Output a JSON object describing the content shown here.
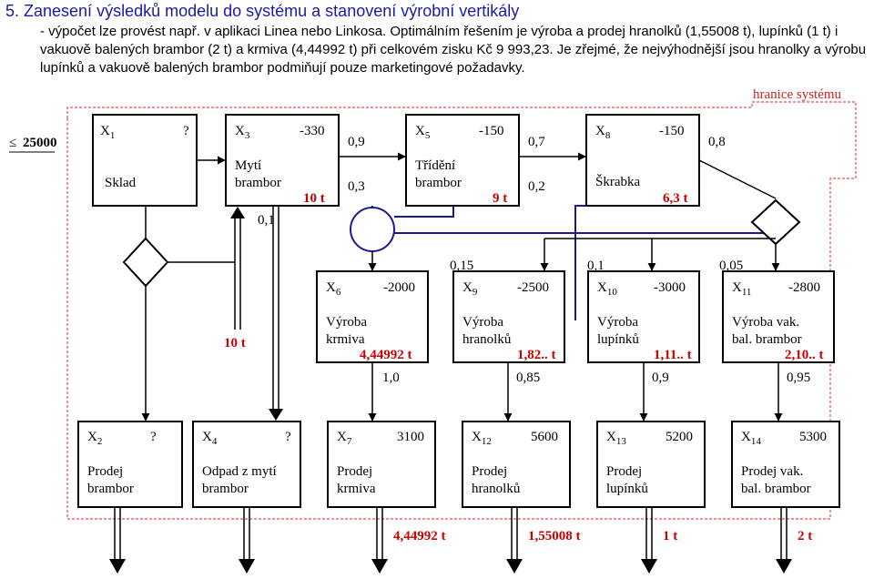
{
  "header": {
    "title": "5. Zanesení výsledků modelu do systému a stanovení výrobní vertikály",
    "line1": "- výpočet lze provést např. v aplikaci Linea nebo Linkosa. Optimálním řešením je výroba a prodej hranolků (1,55008 t), lupínků (1 t) i",
    "line2": "vakuově balených brambor (2 t) a krmiva (4,44992 t) při celkovém zisku Kč 9 993,23. Je zřejmé, že nejvýhodnější jsou hranolky a výrobu",
    "line3": "lupínků a vakuově balených brambor podmiňují pouze marketingové požadavky."
  },
  "system_boundary_label": "hranice systému",
  "constraint": {
    "symbol": "≤",
    "value": "25000"
  },
  "colors": {
    "boundary": "#e05050",
    "blue": "#1a1a8c",
    "red": "#cc0000"
  },
  "nodes": {
    "x1": {
      "var": "X",
      "sub": "1",
      "value": "?",
      "line1": "Sklad",
      "line2": "",
      "result": ""
    },
    "x3": {
      "var": "X",
      "sub": "3",
      "value": "-330",
      "line1": "Mytí",
      "line2": "brambor",
      "result": "10 t"
    },
    "x5": {
      "var": "X",
      "sub": "5",
      "value": "-150",
      "line1": "Třídění",
      "line2": "brambor",
      "result": "9 t"
    },
    "x8": {
      "var": "X",
      "sub": "8",
      "value": "-150",
      "line1": "Škrabka",
      "line2": "",
      "result": "6,3 t"
    },
    "x6": {
      "var": "X",
      "sub": "6",
      "value": "-2000",
      "line1": "Výroba",
      "line2": "krmiva",
      "result": "4,44992 t"
    },
    "x9": {
      "var": "X",
      "sub": "9",
      "value": "-2500",
      "line1": "Výroba",
      "line2": "hranolků",
      "result": "1,82.. t"
    },
    "x10": {
      "var": "X",
      "sub": "10",
      "value": "-3000",
      "line1": "Výroba",
      "line2": "lupínků",
      "result": "1,11.. t"
    },
    "x11": {
      "var": "X",
      "sub": "11",
      "value": "-2800",
      "line1": "Výroba vak.",
      "line2": "bal. brambor",
      "result": "2,10.. t"
    },
    "x2": {
      "var": "X",
      "sub": "2",
      "value": "?",
      "line1": "Prodej",
      "line2": "brambor",
      "result": ""
    },
    "x4": {
      "var": "X",
      "sub": "4",
      "value": "?",
      "line1": "Odpad z mytí",
      "line2": "brambor",
      "result": ""
    },
    "x7": {
      "var": "X",
      "sub": "7",
      "value": "3100",
      "line1": "Prodej",
      "line2": "krmiva",
      "result": ""
    },
    "x12": {
      "var": "X",
      "sub": "12",
      "value": "5600",
      "line1": "Prodej",
      "line2": "hranolků",
      "result": ""
    },
    "x13": {
      "var": "X",
      "sub": "13",
      "value": "5200",
      "line1": "Prodej",
      "line2": "lupínků",
      "result": ""
    },
    "x14": {
      "var": "X",
      "sub": "14",
      "value": "5300",
      "line1": "Prodej vak.",
      "line2": "bal. brambor",
      "result": ""
    }
  },
  "coefficients": {
    "c_0_9_top": "0,9",
    "c_0_3": "0,3",
    "c_0_7": "0,7",
    "c_0_2": "0,2",
    "c_0_8": "0,8",
    "c_0_1_left": "0,1",
    "c_0_15": "0,15",
    "c_0_1_mid": "0,1",
    "c_0_05": "0,05",
    "c_1_0": "1,0",
    "c_0_85": "0,85",
    "c_0_9_bottom": "0,9",
    "c_0_95": "0,95"
  },
  "flows": {
    "water": "10 t"
  },
  "outputs": [
    "4,44992 t",
    "1,55008 t",
    "1 t",
    "2 t"
  ]
}
